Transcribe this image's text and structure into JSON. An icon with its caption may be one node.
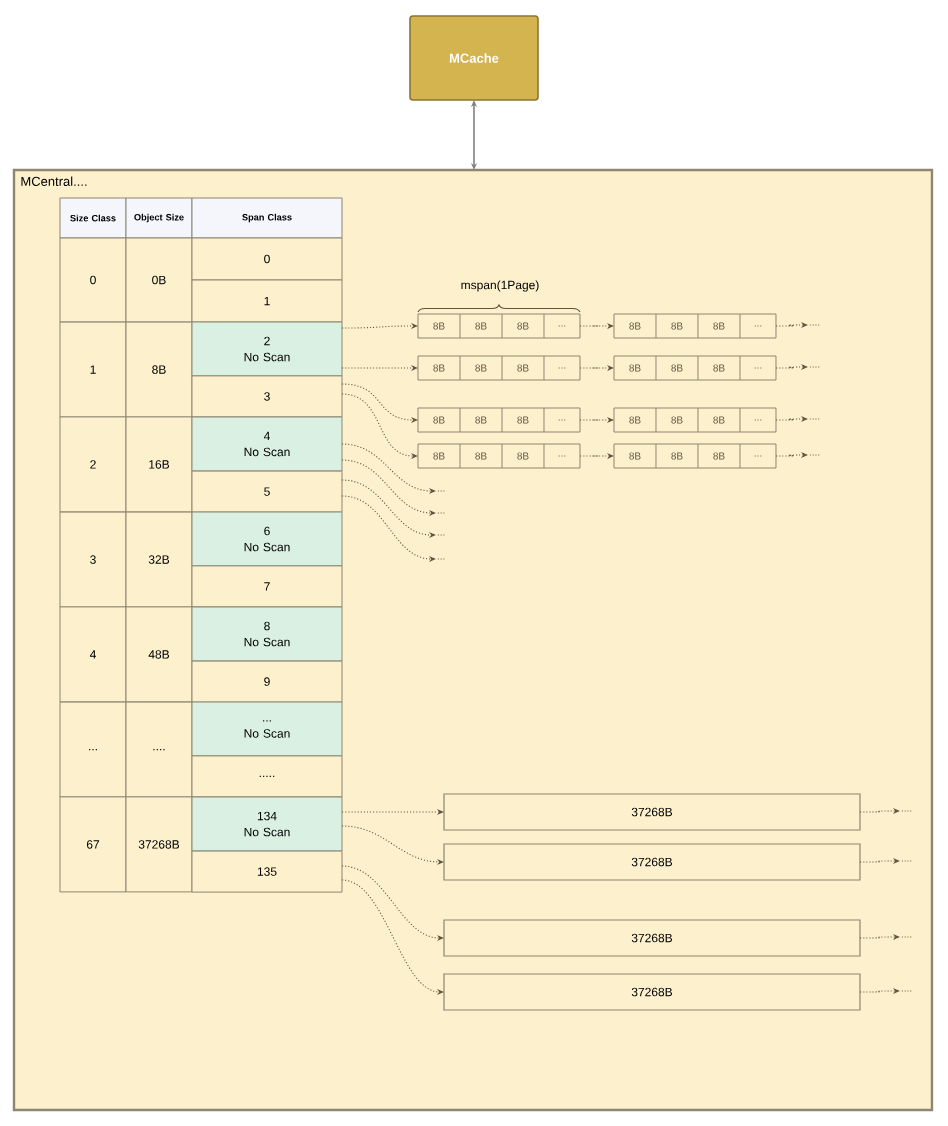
{
  "diagram": {
    "nodes": [
      {
        "text": [
          "MCache"
        ]
      },
      {
        "text": [
          "MCentral...."
        ]
      },
      {
        "text": [
          "Size Class"
        ],
        "in": 1
      },
      {
        "text": [
          "Object Size"
        ],
        "in": 1
      },
      {
        "text": [
          "Span Class"
        ],
        "in": 1
      },
      {
        "text": [
          "0"
        ],
        "in": 1
      },
      {
        "text": [
          "0B"
        ],
        "in": 1
      },
      {
        "text": [
          "0"
        ],
        "in": 1
      },
      {
        "text": [
          "1"
        ],
        "in": 1
      },
      {
        "text": [
          "1"
        ],
        "in": 1
      },
      {
        "text": [
          "8B"
        ],
        "in": 1
      },
      {
        "text": [
          "2",
          "No Scan"
        ],
        "in": 1
      },
      {
        "text": [
          "3"
        ],
        "in": 1
      },
      {
        "text": [
          "2"
        ],
        "in": 1
      },
      {
        "text": [
          "16B"
        ],
        "in": 1
      },
      {
        "text": [
          "4",
          "No Scan"
        ],
        "in": 1
      },
      {
        "text": [
          "5"
        ],
        "in": 1
      },
      {
        "text": [
          "3"
        ],
        "in": 1
      },
      {
        "text": [
          "32B"
        ],
        "in": 1
      },
      {
        "text": [
          "6",
          "No Scan"
        ],
        "in": 1
      },
      {
        "text": [
          "7"
        ],
        "in": 1
      },
      {
        "text": [
          "4"
        ],
        "in": 1
      },
      {
        "text": [
          "48B"
        ],
        "in": 1
      },
      {
        "text": [
          "8",
          "No Scan"
        ],
        "in": 1
      },
      {
        "text": [
          "9"
        ],
        "in": 1
      },
      {
        "text": [
          "..."
        ],
        "in": 1
      },
      {
        "text": [
          "...."
        ],
        "in": 1
      },
      {
        "text": [
          "...",
          "No Scan"
        ],
        "in": 1
      },
      {
        "text": [
          "....."
        ],
        "in": 1
      },
      {
        "text": [
          "67"
        ],
        "in": 1
      },
      {
        "text": [
          "37268B"
        ],
        "in": 1
      },
      {
        "text": [
          "134",
          "No Scan"
        ],
        "in": 1
      },
      {
        "text": [
          "135"
        ],
        "in": 1
      },
      {
        "text": [
          "8B",
          "8B",
          "8B",
          "..."
        ],
        "in": 1
      },
      {
        "text": [
          "8B",
          "8B",
          "8B",
          "..."
        ],
        "in": 1
      },
      {
        "text": [
          "8B",
          "8B",
          "8B",
          "..."
        ],
        "in": 1
      },
      {
        "text": [
          "8B",
          "8B",
          "8B",
          "..."
        ],
        "in": 1
      },
      {
        "text": [
          "8B",
          "8B",
          "8B",
          "..."
        ],
        "in": 1
      },
      {
        "text": [
          "8B",
          "8B",
          "8B",
          "..."
        ],
        "in": 1
      },
      {
        "text": [
          "8B",
          "8B",
          "8B",
          "..."
        ],
        "in": 1
      },
      {
        "text": [
          "8B",
          "8B",
          "8B",
          "..."
        ],
        "in": 1
      },
      {
        "text": [
          "...."
        ],
        "in": 1
      },
      {
        "text": [
          "...."
        ],
        "in": 1
      },
      {
        "text": [
          "...."
        ],
        "in": 1
      },
      {
        "text": [
          "...."
        ],
        "in": 1
      },
      {
        "text": [
          "..."
        ],
        "in": 1
      },
      {
        "text": [
          "..."
        ],
        "in": 1
      },
      {
        "text": [
          "..."
        ],
        "in": 1
      },
      {
        "text": [
          "..."
        ],
        "in": 1
      },
      {
        "text": [
          "37268B"
        ],
        "in": 1
      },
      {
        "text": [
          "37268B"
        ],
        "in": 1
      },
      {
        "text": [
          "37268B"
        ],
        "in": 1
      },
      {
        "text": [
          "37268B"
        ],
        "in": 1
      },
      {
        "text": [
          "...."
        ],
        "in": 1
      },
      {
        "text": [
          "...."
        ],
        "in": 1
      },
      {
        "text": [
          "...."
        ],
        "in": 1
      },
      {
        "text": [
          "...."
        ],
        "in": 1
      }
    ],
    "edges": [
      {
        "from": 0,
        "to": 1,
        "arrow": "both",
        "color": "#808080"
      },
      {
        "from": 11,
        "to": 33,
        "arrow": "to",
        "style": "dashed"
      },
      {
        "from": 33,
        "to": 34,
        "arrow": "to",
        "style": "dashed"
      },
      {
        "from": 34,
        "to": 41,
        "arrow": "to",
        "style": "dashed"
      },
      {
        "from": 11,
        "to": 35,
        "arrow": "to",
        "style": "dashed"
      },
      {
        "from": 35,
        "to": 36,
        "arrow": "to",
        "style": "dashed"
      },
      {
        "from": 36,
        "to": 42,
        "arrow": "to",
        "style": "dashed"
      },
      {
        "from": 12,
        "to": 37,
        "arrow": "to",
        "style": "dashed"
      },
      {
        "from": 37,
        "to": 38,
        "arrow": "to",
        "style": "dashed"
      },
      {
        "from": 38,
        "to": 43,
        "arrow": "to",
        "style": "dashed"
      },
      {
        "from": 12,
        "to": 39,
        "arrow": "to",
        "style": "dashed"
      },
      {
        "from": 39,
        "to": 40,
        "arrow": "to",
        "style": "dashed"
      },
      {
        "from": 40,
        "to": 44,
        "arrow": "to",
        "style": "dashed"
      },
      {
        "from": 15,
        "to": 45,
        "arrow": "to",
        "style": "dashed"
      },
      {
        "from": 15,
        "to": 46,
        "arrow": "to",
        "style": "dashed"
      },
      {
        "from": 16,
        "to": 47,
        "arrow": "to",
        "style": "dashed"
      },
      {
        "from": 16,
        "to": 48,
        "arrow": "to",
        "style": "dashed"
      },
      {
        "from": 31,
        "to": 49,
        "arrow": "to",
        "style": "dashed"
      },
      {
        "from": 49,
        "to": 53,
        "arrow": "to",
        "style": "dashed"
      },
      {
        "from": 31,
        "to": 50,
        "arrow": "to",
        "style": "dashed"
      },
      {
        "from": 50,
        "to": 54,
        "arrow": "to",
        "style": "dashed"
      },
      {
        "from": 32,
        "to": 51,
        "arrow": "to",
        "style": "dashed"
      },
      {
        "from": 51,
        "to": 55,
        "arrow": "to",
        "style": "dashed"
      },
      {
        "from": 32,
        "to": 52,
        "arrow": "to",
        "style": "dashed"
      },
      {
        "from": 52,
        "to": 56,
        "arrow": "to",
        "style": "dashed"
      }
    ],
    "labels": [
      "mspan(1Page)"
    ]
  }
}
